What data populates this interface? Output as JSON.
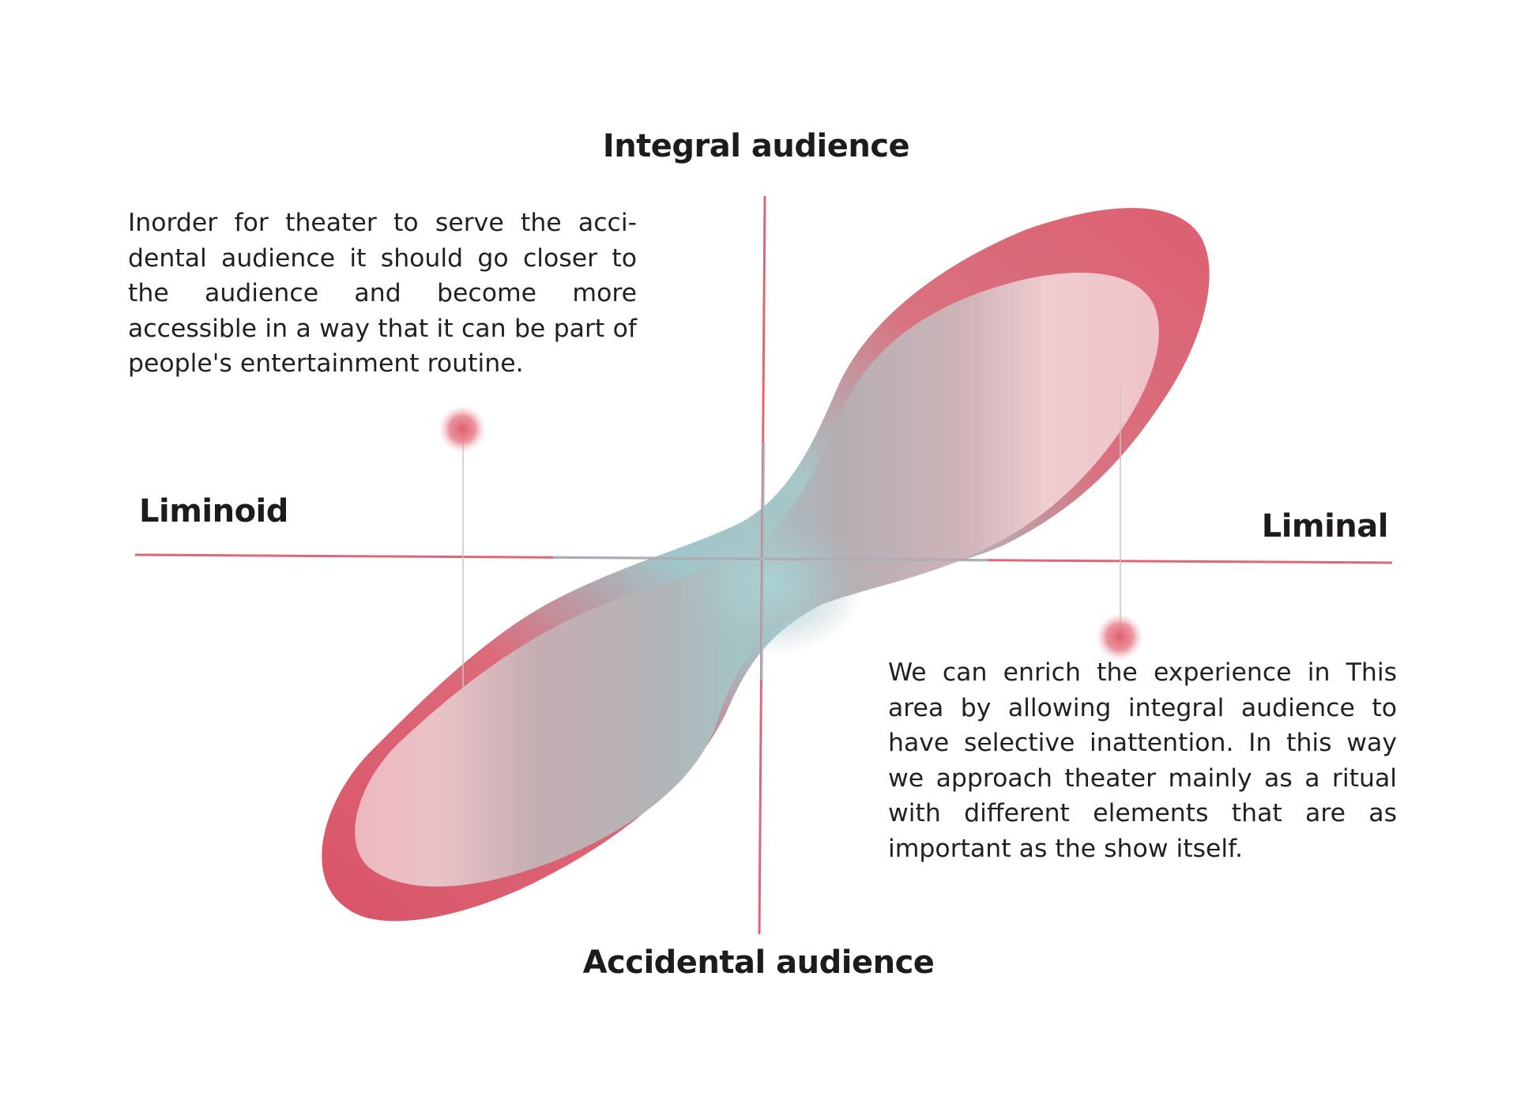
{
  "axes": {
    "top": "Integral audience",
    "bottom": "Accidental audience",
    "left": "Liminoid",
    "right": "Liminal"
  },
  "notes": {
    "upper_left": "Inorder for theater to serve the acci­dental audience it should go closer to the audience and become more accessible in a way that it can be part of people's entertainment routine.",
    "lower_right": "We can enrich the experience in This area by allowing integral audience to have selective inattention. In this way we approach theater mainly as a ritual with different elements that are as important as the show itself."
  },
  "colors": {
    "axis_line": "#e06676",
    "blob_outer": "#db5d6e",
    "blob_inner": "#efbcc3",
    "blob_center": "#a8cfd2",
    "marker": "#e46c7a",
    "leader_line": "#c9c4c6",
    "text": "#231f20"
  }
}
